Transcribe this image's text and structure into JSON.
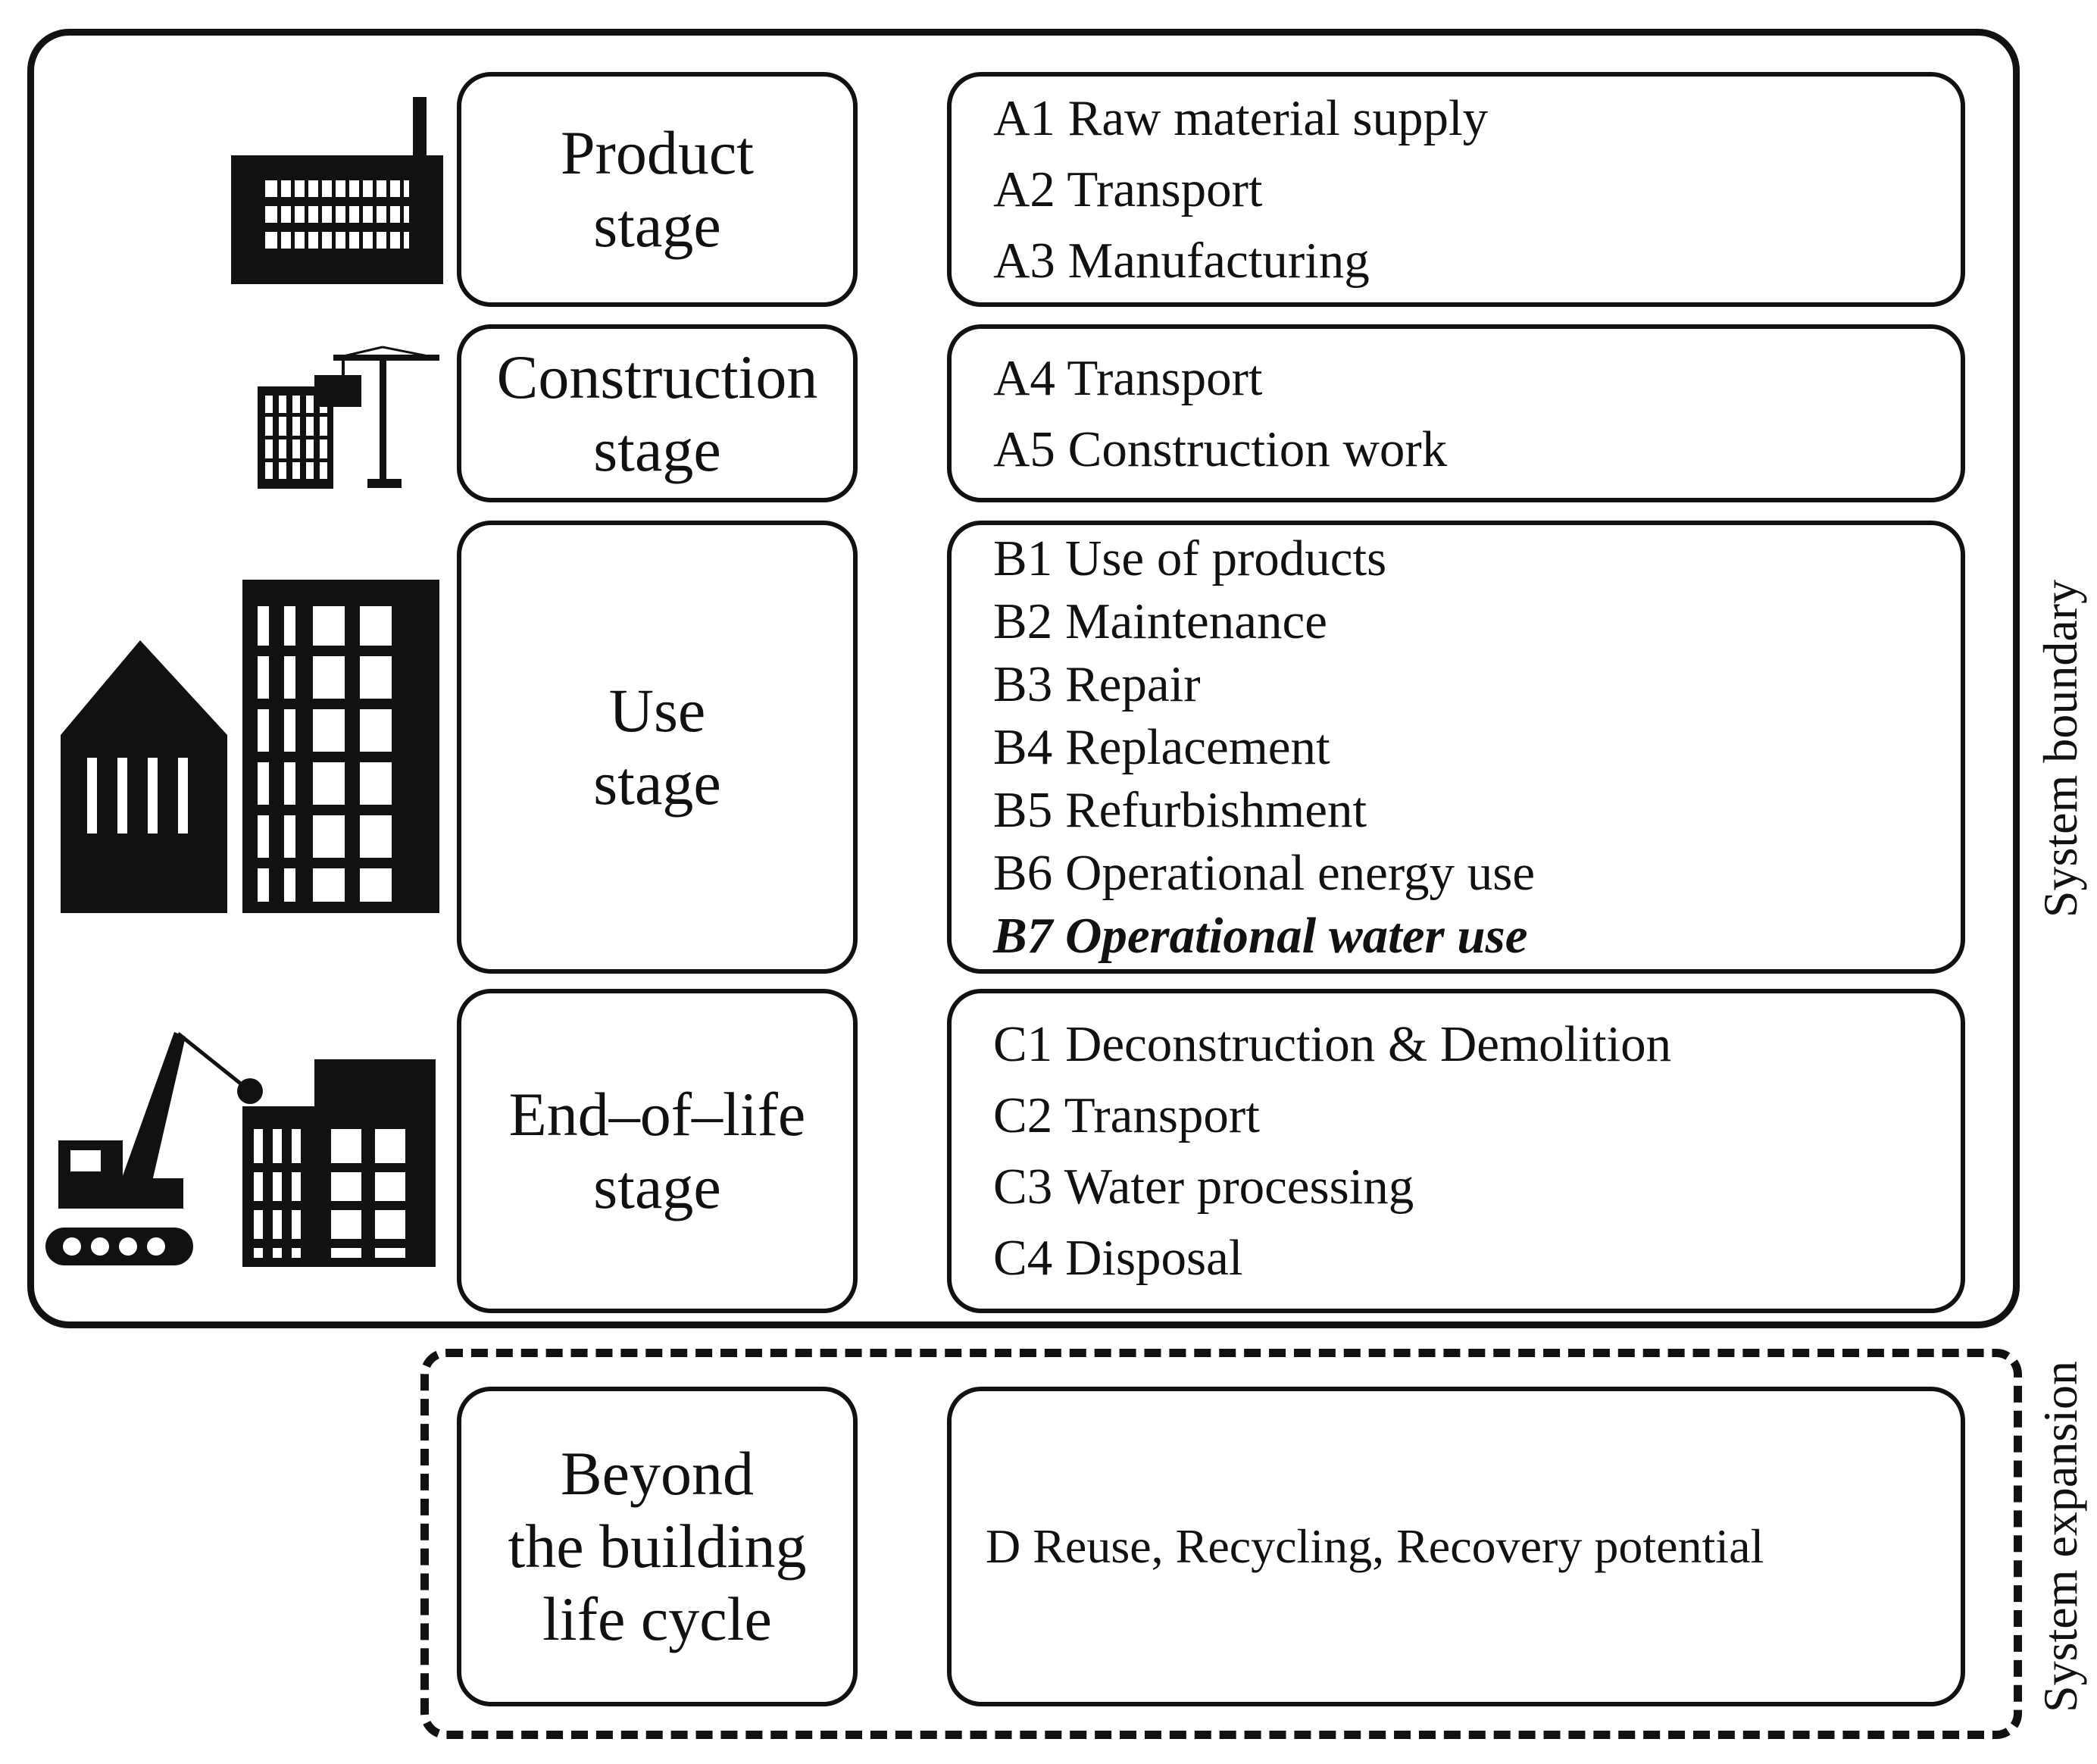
{
  "stages": [
    {
      "label_lines": [
        "Product",
        "stage"
      ],
      "modules": [
        "A1 Raw material supply",
        "A2 Transport",
        "A3 Manufacturing"
      ]
    },
    {
      "label_lines": [
        "Construction",
        "stage"
      ],
      "modules": [
        "A4 Transport",
        "A5 Construction work"
      ]
    },
    {
      "label_lines": [
        "Use",
        "stage"
      ],
      "modules": [
        "B1 Use of products",
        "B2 Maintenance",
        "B3 Repair",
        "B4 Replacement",
        "B5 Refurbishment",
        "B6 Operational energy use",
        "B7 Operational water use"
      ]
    },
    {
      "label_lines": [
        "End–of–life",
        "stage"
      ],
      "modules": [
        "C1 Deconstruction & Demolition",
        "C2 Transport",
        "C3 Water processing",
        "C4 Disposal"
      ]
    }
  ],
  "beyond": {
    "label_lines": [
      "Beyond",
      "the building",
      "life cycle"
    ],
    "module": "D Reuse, Recycling, Recovery potential"
  },
  "system_boundary_label": "System boundary",
  "system_expansion_label": "System expansion",
  "icons": [
    "factory-icon",
    "construction-crane-icon",
    "buildings-icon",
    "demolition-icon"
  ]
}
